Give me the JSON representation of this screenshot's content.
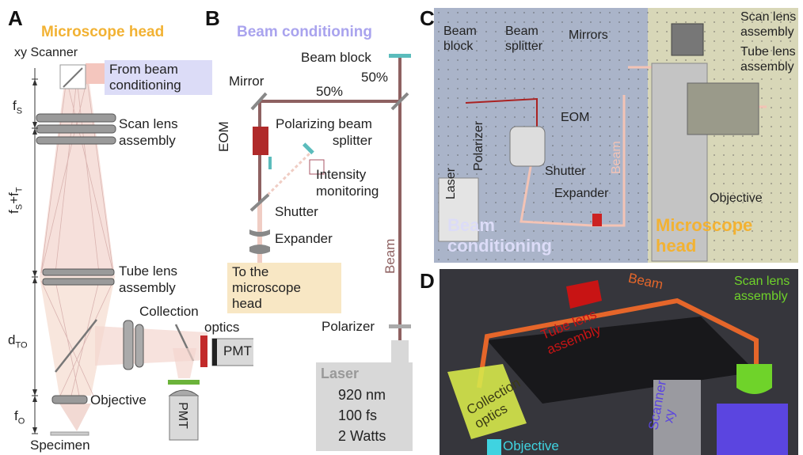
{
  "panels": {
    "a": {
      "letter": "A",
      "title": "Microscope head",
      "labels": {
        "xy_scanner": "xy Scanner",
        "from_beam_1": "From beam",
        "from_beam_2": "conditioning",
        "fs": "f",
        "fs_sub": "S",
        "scan_lens_1": "Scan lens",
        "scan_lens_2": "assembly",
        "fsft": "f",
        "fsft_sub1": "S",
        "fsft_plus": "+f",
        "fsft_sub2": "T",
        "tube_lens_1": "Tube lens",
        "tube_lens_2": "assembly",
        "collection": "Collection",
        "optics": "optics",
        "dto": "d",
        "dto_sub": "TO",
        "pmt1": "PMT",
        "pmt2": "PMT",
        "objective": "Objective",
        "fo": "f",
        "fo_sub": "O",
        "specimen": "Specimen"
      }
    },
    "b": {
      "letter": "B",
      "title": "Beam conditioning",
      "labels": {
        "beam_block": "Beam block",
        "mirror": "Mirror",
        "pct50a": "50%",
        "pct50b": "50%",
        "pbs_1": "Polarizing beam",
        "pbs_2": "splitter",
        "eom": "EOM",
        "intensity_1": "Intensity",
        "intensity_2": "monitoring",
        "shutter": "Shutter",
        "expander": "Expander",
        "to_micro_1": "To the",
        "to_micro_2": "microscope",
        "to_micro_3": "head",
        "beam": "Beam",
        "polarizer": "Polarizer",
        "laser_title": "Laser",
        "laser_l1": "920 nm",
        "laser_l2": "100 fs",
        "laser_l3": "2 Watts"
      }
    },
    "c": {
      "letter": "C",
      "labels": {
        "beam_block_1": "Beam",
        "beam_block_2": "block",
        "beam_splitter_1": "Beam",
        "beam_splitter_2": "splitter",
        "mirrors": "Mirrors",
        "scan_lens_1": "Scan lens",
        "scan_lens_2": "assembly",
        "tube_lens_1": "Tube lens",
        "tube_lens_2": "assembly",
        "polarizer": "Polarizer",
        "eom": "EOM",
        "laser": "Laser",
        "beam": "Beam",
        "shutter": "Shutter",
        "expander": "Expander",
        "objective": "Objective",
        "bc_1": "Beam",
        "bc_2": "conditioning",
        "mh_1": "Microscope",
        "mh_2": "head"
      }
    },
    "d": {
      "letter": "D",
      "labels": {
        "beam": "Beam",
        "scan_lens_1": "Scan lens",
        "scan_lens_2": "assembly",
        "tube_lens_1": "Tube lens",
        "tube_lens_2": "assembly",
        "collection_1": "Collection",
        "collection_2": "optics",
        "xy": "xy",
        "scanner": "Scanner",
        "objective": "Objective"
      }
    }
  },
  "colors": {
    "orange_title": "#f2b233",
    "purple_title": "#a9a3ee",
    "lavender_box": "#dcdcf7",
    "peach_box": "#f8e7c4",
    "beam_dark": "#8e6161",
    "beam_light": "#f0cdc4",
    "eom_red": "#b02a2a",
    "pmt_green": "#6bb33a",
    "laser_gray": "#d8d8d8",
    "photo_blue": "#aab4c9",
    "photo_yellow": "#d8d7b8",
    "d_tube_red": "#c81414",
    "d_collect_yellow": "#d6e84a",
    "d_scan_green": "#6fd32a",
    "d_scanner_blue": "#5b45e0",
    "d_objective_cyan": "#3fd3e0"
  }
}
